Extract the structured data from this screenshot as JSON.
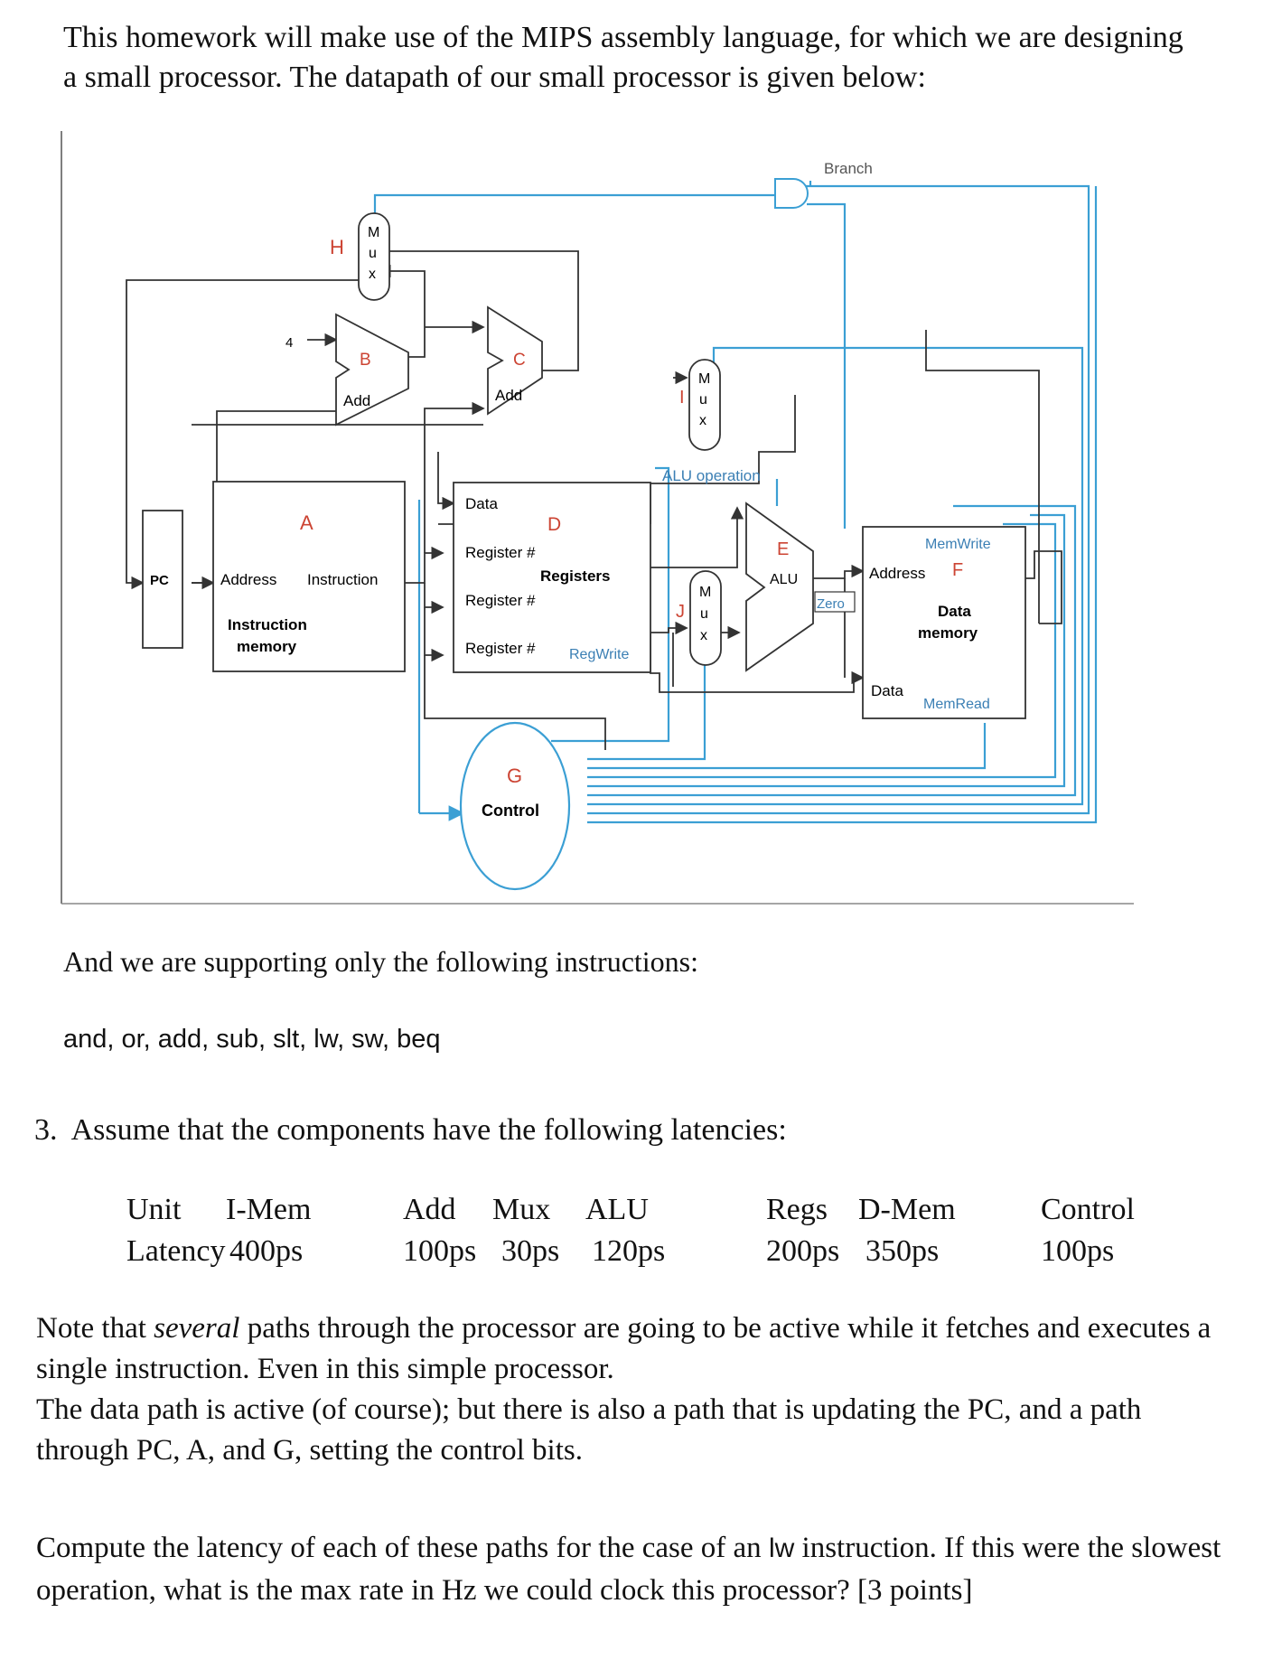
{
  "intro": "This homework will make use of the MIPS assembly language, for which we are designing a small processor. The datapath of our small processor is given below:",
  "diagram": {
    "branch": "Branch",
    "mux_letters": [
      "M",
      "u",
      "x"
    ],
    "labels": {
      "H": "H",
      "B": "B",
      "C": "C",
      "A": "A",
      "D": "D",
      "E": "E",
      "F": "F",
      "G": "G",
      "I": "I",
      "J": "J",
      "four": "4",
      "add1": "Add",
      "add2": "Add",
      "alu_operation": "ALU operation",
      "data_reg": "Data",
      "register1": "Register #",
      "registers": "Registers",
      "register2": "Register #",
      "register3": "Register #",
      "regwrite": "RegWrite",
      "pc": "PC",
      "address_instr": "Address",
      "instruction": "Instruction",
      "instruction_memory_1": "Instruction",
      "instruction_memory_2": "memory",
      "alu": "ALU",
      "zero": "Zero",
      "memwrite": "MemWrite",
      "address_data": "Address",
      "data_memory_1": "Data",
      "data_memory_2": "memory",
      "data_in": "Data",
      "memread": "MemRead",
      "control": "Control"
    }
  },
  "supporting": "And we are supporting only the following instructions:",
  "instructions": "and, or, add, sub, slt, lw, sw, beq",
  "question_number": "3.",
  "question_text": "Assume that the components have the following latencies:",
  "latencies": {
    "unit_label": "Unit",
    "latency_label": "Latency",
    "units": [
      {
        "name": "I-Mem",
        "latency": "400ps"
      },
      {
        "name": "Add",
        "latency": "100ps"
      },
      {
        "name": "Mux",
        "latency": "30ps"
      },
      {
        "name": "ALU",
        "latency": "120ps"
      },
      {
        "name": "Regs",
        "latency": "200ps"
      },
      {
        "name": "D-Mem",
        "latency": "350ps"
      },
      {
        "name": "Control",
        "latency": "100ps"
      }
    ]
  },
  "note": {
    "p1_a": "Note that ",
    "p1_em": "several",
    "p1_b": " paths through the processor are going to be active while it fetches and executes a single instruction. Even in this simple processor.",
    "p2": "The data path is active (of course); but there is also a path that is updating the PC, and a path through PC, A, and G, setting the control bits."
  },
  "compute": {
    "a": "Compute the latency of each of these paths for the case of an ",
    "code": "lw",
    "b": " instruction. If this were the slowest operation, what is the max rate in Hz we could clock this processor?  [3 points]"
  }
}
